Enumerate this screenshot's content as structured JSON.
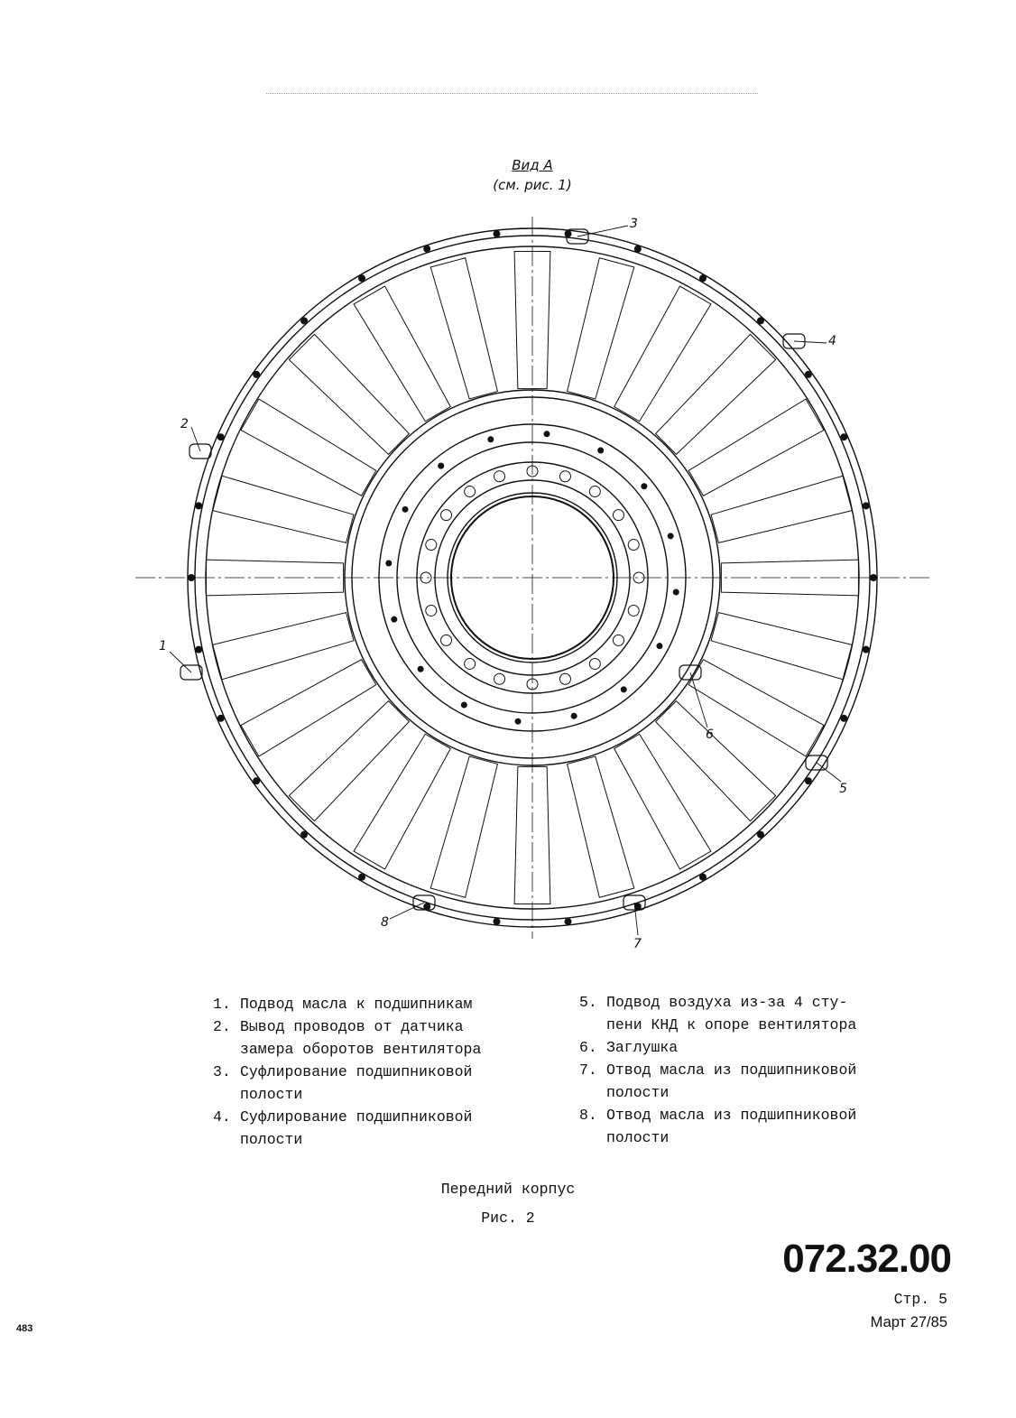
{
  "view_title": {
    "line1": "Вид А",
    "line2": "(см. рис. 1)"
  },
  "callouts": [
    {
      "id": "1",
      "label": "1"
    },
    {
      "id": "2",
      "label": "2"
    },
    {
      "id": "3",
      "label": "3"
    },
    {
      "id": "4",
      "label": "4"
    },
    {
      "id": "5",
      "label": "5"
    },
    {
      "id": "6",
      "label": "6"
    },
    {
      "id": "7",
      "label": "7"
    },
    {
      "id": "8",
      "label": "8"
    }
  ],
  "legend": {
    "left": [
      {
        "num": "1.",
        "text": "Подвод масла к подшипникам"
      },
      {
        "num": "2.",
        "text": "Вывод проводов от датчика\nзамера оборотов вентилятора"
      },
      {
        "num": "3.",
        "text": "Суфлирование подшипниковой\nполости"
      },
      {
        "num": "4.",
        "text": "Суфлирование подшипниковой\nполости"
      }
    ],
    "right": [
      {
        "num": "5.",
        "text": "Подвод воздуха из-за 4 сту-\nпени КНД к опоре вентилятора"
      },
      {
        "num": "6.",
        "text": "Заглушка"
      },
      {
        "num": "7.",
        "text": "Отвод масла из подшипниковой\nполости"
      },
      {
        "num": "8.",
        "text": "Отвод масла из подшипниковой\nполости"
      }
    ]
  },
  "caption": {
    "title": "Передний корпус",
    "figure": "Рис. 2"
  },
  "footer": {
    "doc_number": "072.32.00",
    "page": "Стр. 5",
    "date": "Март 27/85",
    "sheet_number": "483"
  }
}
